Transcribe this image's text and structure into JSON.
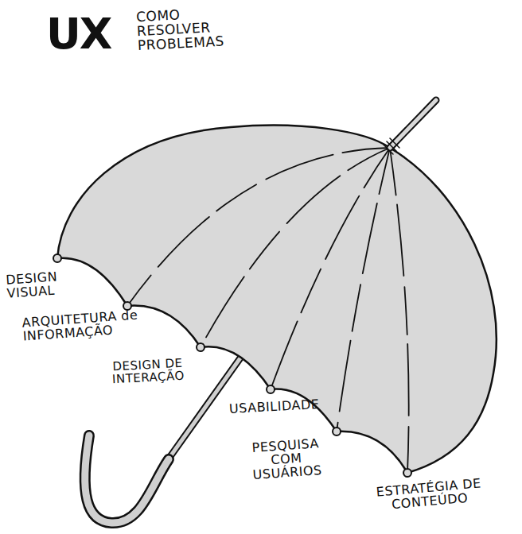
{
  "diagram": {
    "title": "UX",
    "labels": [
      "COMO RESOLVER PROBLEMAS",
      "DESIGN VISUAL",
      "ARQUITETURA de INFORMAÇÃO",
      "DESIGN DE INTERAÇÃO",
      "USABILIDADE",
      "PESQUISA COM USUÁRIOS",
      "ESTRATÉGIA DE CONTEÚDO"
    ]
  }
}
